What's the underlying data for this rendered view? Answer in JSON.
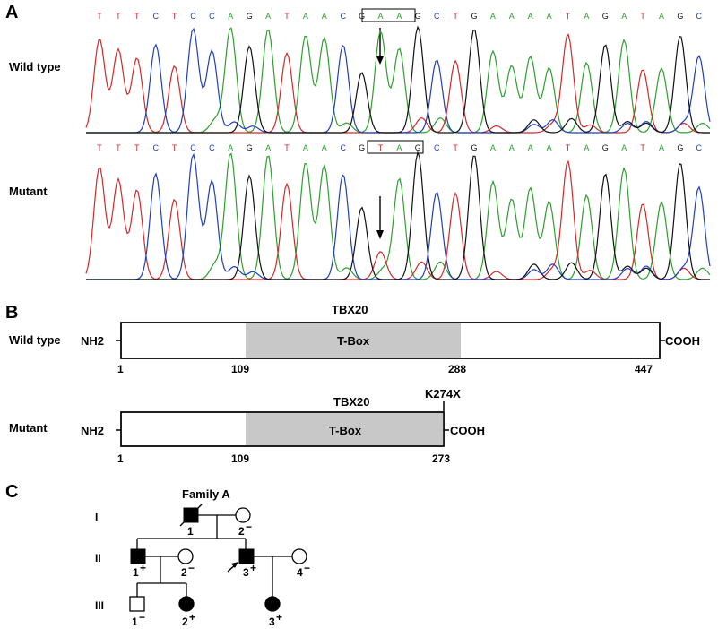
{
  "panel_a": {
    "letter": "A",
    "wild_label": "Wild type",
    "mutant_label": "Mutant",
    "wild_sequence": [
      "T",
      "T",
      "T",
      "C",
      "T",
      "C",
      "C",
      "A",
      "G",
      "A",
      "T",
      "A",
      "A",
      "C",
      "G",
      "A",
      "A",
      "G",
      "C",
      "T",
      "G",
      "A",
      "A",
      "A",
      "A",
      "T",
      "A",
      "G",
      "A",
      "T",
      "A",
      "G",
      "C"
    ],
    "mutant_sequence": [
      "T",
      "T",
      "T",
      "C",
      "T",
      "C",
      "C",
      "A",
      "G",
      "A",
      "T",
      "A",
      "A",
      "C",
      "G",
      "T",
      "A",
      "G",
      "C",
      "T",
      "G",
      "A",
      "A",
      "A",
      "A",
      "T",
      "A",
      "G",
      "A",
      "T",
      "A",
      "G",
      "C"
    ],
    "codon_box": [
      15,
      17
    ],
    "arrow_index": 15,
    "base_colors": {
      "A": "#2ca02c",
      "T": "#d62728",
      "C": "#1f3fbf",
      "G": "#111111"
    }
  },
  "panel_b": {
    "letter": "B",
    "wild_label": "Wild type",
    "mutant_label": "Mutant",
    "protein_name": "TBX20",
    "domain_label": "T-Box",
    "n_term": "NH2",
    "c_term": "COOH",
    "mutation": "K274X",
    "wild_ticks": [
      "1",
      "109",
      "288",
      "447"
    ],
    "mutant_ticks": [
      "1",
      "109",
      "273"
    ],
    "domain_color": "#c8c8c8"
  },
  "panel_c": {
    "letter": "C",
    "family_title": "Family A",
    "generations": [
      "I",
      "II",
      "III"
    ],
    "individuals": [
      {
        "id": "I-1",
        "label": "1",
        "sign": "",
        "sex": "male",
        "affected": true,
        "deceased": true
      },
      {
        "id": "I-2",
        "label": "2",
        "sign": "−",
        "sex": "female",
        "affected": false
      },
      {
        "id": "II-1",
        "label": "1",
        "sign": "+",
        "sex": "male",
        "affected": true
      },
      {
        "id": "II-2",
        "label": "2",
        "sign": "−",
        "sex": "female",
        "affected": false
      },
      {
        "id": "II-3",
        "label": "3",
        "sign": "+",
        "sex": "male",
        "affected": true,
        "proband": true
      },
      {
        "id": "II-4",
        "label": "4",
        "sign": "−",
        "sex": "female",
        "affected": false
      },
      {
        "id": "III-1",
        "label": "1",
        "sign": "−",
        "sex": "male",
        "affected": false
      },
      {
        "id": "III-2",
        "label": "2",
        "sign": "+",
        "sex": "female",
        "affected": true
      },
      {
        "id": "III-3",
        "label": "3",
        "sign": "+",
        "sex": "female",
        "affected": true
      }
    ]
  }
}
